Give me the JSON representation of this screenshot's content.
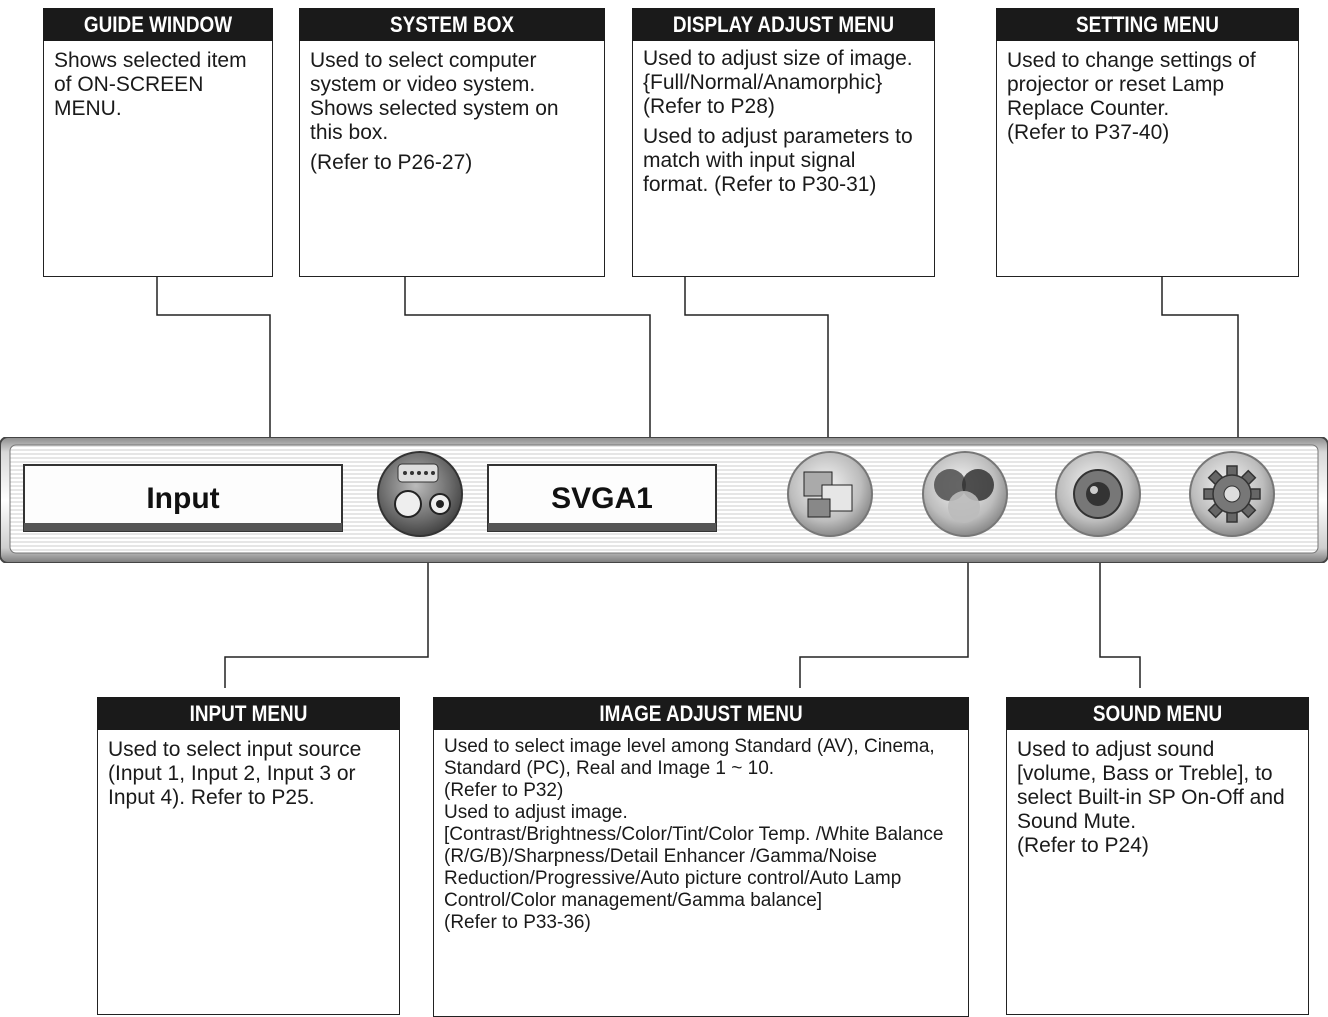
{
  "callouts": {
    "guide_window": {
      "title": "GUIDE WINDOW",
      "lines": [
        "Shows selected item of ON-SCREEN MENU."
      ]
    },
    "system_box": {
      "title": "SYSTEM BOX",
      "lines": [
        "Used to select computer system or video system. Shows selected system on this box.",
        "(Refer to P26-27)"
      ]
    },
    "display_adjust_menu": {
      "title": "DISPLAY ADJUST MENU",
      "lines": [
        "Used to adjust size of image.",
        "{Full/Normal/Anamorphic}",
        "(Refer to P28)",
        "Used to adjust parameters to match with input signal format. (Refer to P30-31)"
      ]
    },
    "setting_menu": {
      "title": "SETTING MENU",
      "lines": [
        "Used to change settings of projector or reset Lamp Replace Counter.",
        "(Refer to P37-40)"
      ]
    },
    "input_menu": {
      "title": "INPUT MENU",
      "lines": [
        "Used to select input source (Input 1, Input 2, Input 3 or Input 4). Refer to P25."
      ]
    },
    "image_adjust_menu": {
      "title": "IMAGE ADJUST MENU",
      "lines": [
        "Used to select image level among Standard (AV), Cinema, Standard (PC), Real and Image 1 ~ 10.",
        "(Refer to P32)",
        "Used to adjust image.",
        "[Contrast/Brightness/Color/Tint/Color Temp. /White Balance (R/G/B)/Sharpness/Detail Enhancer /Gamma/Noise Reduction/Progressive/Auto picture control/Auto Lamp Control/Color management/Gamma balance]",
        "(Refer to P33-36)"
      ]
    },
    "sound_menu": {
      "title": "SOUND MENU",
      "lines": [
        "Used to adjust sound [volume, Bass or Treble], to select Built-in SP On-Off and Sound Mute.",
        "(Refer to P24)"
      ]
    }
  },
  "menu_bar": {
    "guide_text": "Input",
    "system_text": "SVGA1",
    "icons": [
      "input-connector-icon",
      "display-adjust-icon",
      "image-adjust-icon",
      "sound-icon",
      "setting-gear-icon"
    ]
  }
}
